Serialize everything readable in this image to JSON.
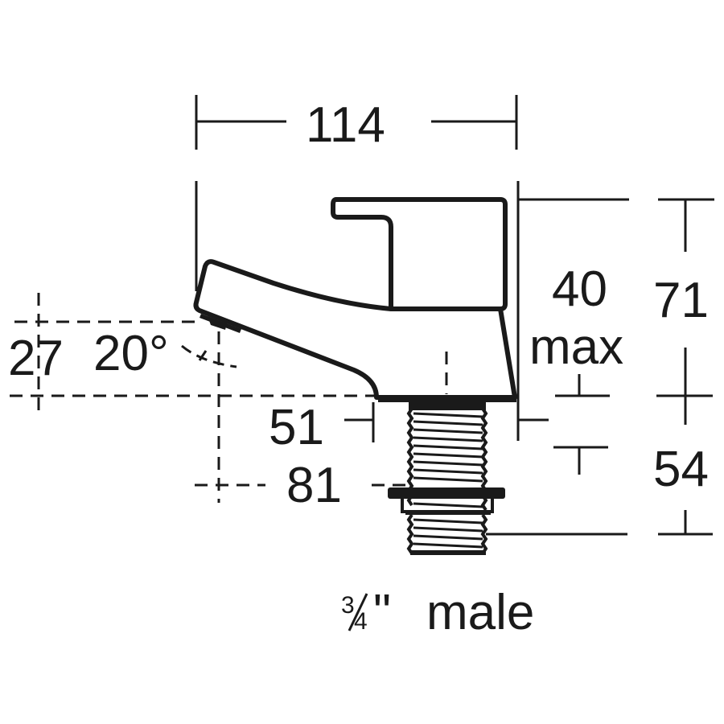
{
  "diagram": {
    "subject": "Basin pillar tap dimension drawing",
    "line_color": "#1a1a1a",
    "background": "#ffffff",
    "units": "mm"
  },
  "dimensions": {
    "overall_width": "114",
    "spout_drop": "27",
    "spout_angle": "20°",
    "body_height_max_value": "40",
    "body_height_max_suffix": "max",
    "overall_height": "71",
    "spout_reach_inner": "51",
    "spout_reach_outer": "81",
    "shank_length": "54"
  },
  "connection": {
    "fraction_num": "3",
    "fraction_den": "4",
    "inch_mark": "\"",
    "label": "male"
  }
}
